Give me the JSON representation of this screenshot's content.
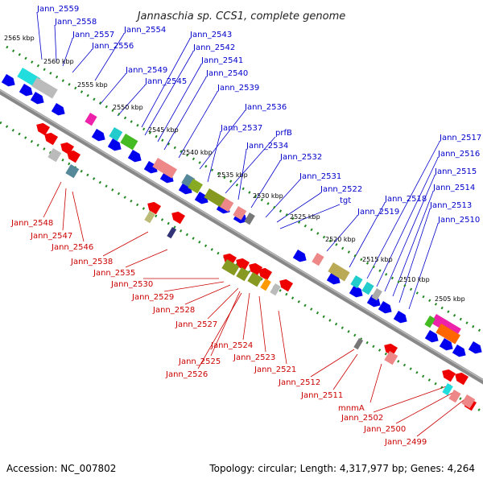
{
  "title": "Jannaschia sp. CCS1, complete genome",
  "footer": {
    "accession": "Accession: NC_007802",
    "summary": "Topology: circular; Length: 4,317,977 bp; Genes: 4,264"
  },
  "colors": {
    "forward_label": "#0000cc",
    "reverse_label": "#cc0000",
    "backbone": "#888888",
    "tick": "#228822"
  },
  "tick_labels": [
    "2565 kbp",
    "2560 kbp",
    "2555 kbp",
    "2550 kbp",
    "2545 kbp",
    "2540 kbp",
    "2535 kbp",
    "2530 kbp",
    "2525 kbp",
    "2520 kbp",
    "2515 kbp",
    "2510 kbp",
    "2505 kbp"
  ],
  "forward_genes": [
    "Jann_2559",
    "Jann_2558",
    "Jann_2557",
    "Jann_2556",
    "Jann_2554",
    "Jann_2549",
    "Jann_2545",
    "Jann_2543",
    "Jann_2542",
    "Jann_2541",
    "Jann_2540",
    "Jann_2539",
    "Jann_2536",
    "Jann_2537",
    "prfB",
    "Jann_2534",
    "Jann_2532",
    "Jann_2531",
    "Jann_2522",
    "tgt",
    "Jann_2519",
    "Jann_2518",
    "Jann_2517",
    "Jann_2516",
    "Jann_2515",
    "Jann_2514",
    "Jann_2513",
    "Jann_2510"
  ],
  "reverse_genes": [
    "Jann_2548",
    "Jann_2547",
    "Jann_2546",
    "Jann_2538",
    "Jann_2535",
    "Jann_2530",
    "Jann_2529",
    "Jann_2528",
    "Jann_2527",
    "Jann_2524",
    "Jann_2523",
    "Jann_2525",
    "Jann_2526",
    "Jann_2521",
    "Jann_2512",
    "Jann_2511",
    "mnmA",
    "Jann_2502",
    "Jann_2500",
    "Jann_2499"
  ]
}
